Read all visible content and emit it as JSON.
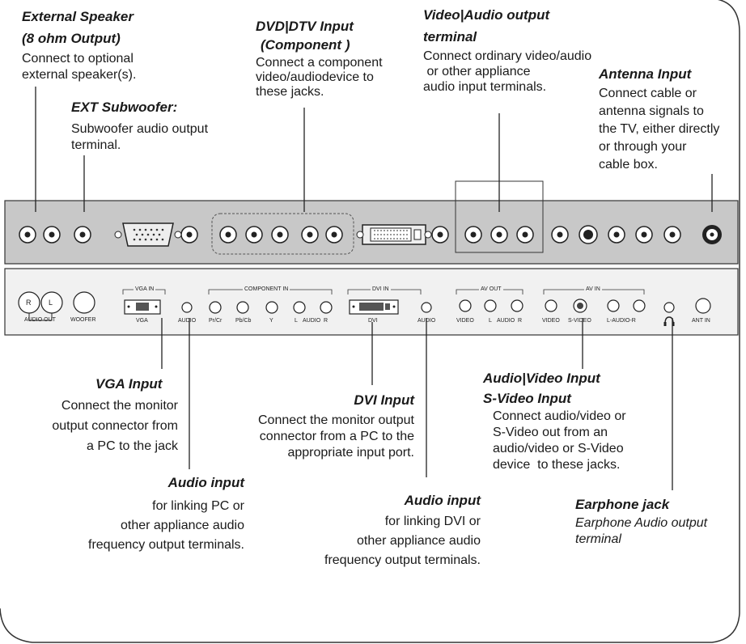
{
  "callouts": {
    "external_speaker": {
      "title_1": "External Speaker",
      "title_2": "(8 ohm Output)",
      "desc": [
        "Connect to optional",
        "external speaker(s)."
      ]
    },
    "ext_subwoofer": {
      "title": "EXT Subwoofer:",
      "desc": [
        "Subwoofer audio output",
        "terminal."
      ]
    },
    "dvd_dtv": {
      "title_1": "DVD|DTV Input",
      "title_2": "(Component )",
      "desc": [
        "Connect a component",
        "video/audiodevice to",
        "these jacks."
      ]
    },
    "video_audio_out": {
      "title_1": "Video|Audio output",
      "title_2": "terminal",
      "desc": [
        "Connect ordinary video/audio",
        " or other appliance",
        "audio input terminals."
      ]
    },
    "antenna": {
      "title": "Antenna Input",
      "desc": [
        "Connect cable or",
        "antenna signals to",
        "the TV, either directly",
        "or through your",
        "cable box."
      ]
    },
    "vga_input": {
      "title": "VGA Input",
      "desc": [
        "Connect the monitor",
        "output connector from",
        "a PC to the jack"
      ]
    },
    "audio_input_pc": {
      "title": "Audio input",
      "desc": [
        "for linking PC or",
        "other appliance audio",
        "frequency output terminals."
      ]
    },
    "dvi_input": {
      "title": "DVI Input",
      "desc": [
        "Connect the monitor output",
        "connector from a PC to the",
        "appropriate input port."
      ]
    },
    "audio_input_dvi": {
      "title": "Audio input",
      "desc": [
        "for linking DVI or",
        "other appliance audio",
        "frequency output terminals."
      ]
    },
    "av_svideo": {
      "title_1": "Audio|Video Input",
      "title_2": "S-Video Input",
      "desc": [
        "Connect audio/video or",
        "S-Video out from an",
        "audio/video or S-Video",
        "device  to these jacks."
      ]
    },
    "earphone": {
      "title": "Earphone jack",
      "desc": [
        "Earphone Audio output",
        "terminal"
      ]
    }
  },
  "panel_labels": {
    "r": "R",
    "l": "L",
    "audio_out": "AUDIO OUT",
    "woofer": "WOOFER",
    "vga_in": "VGA  IN",
    "vga": "VGA",
    "audio_vga": "AUDIO",
    "component_in": "COMPONENT  IN",
    "prcr": "Pr/Cr",
    "pbcb": "Pb/Cb",
    "y": "Y",
    "comp_l": "L",
    "comp_audio": "AUDIO",
    "comp_r": "R",
    "dvi_in": "DVI  IN",
    "dvi": "DVI",
    "audio_dvi": "AUDIO",
    "av_out": "AV  OUT",
    "avout_video": "VIDEO",
    "avout_l": "L",
    "avout_audio": "AUDIO",
    "avout_r": "R",
    "av_in": "AV  IN",
    "avin_video": "VIDEO",
    "avin_svideo": "S-VIDEO",
    "avin_audio": "L-AUDIO-R",
    "ant_in": "ANT IN"
  }
}
